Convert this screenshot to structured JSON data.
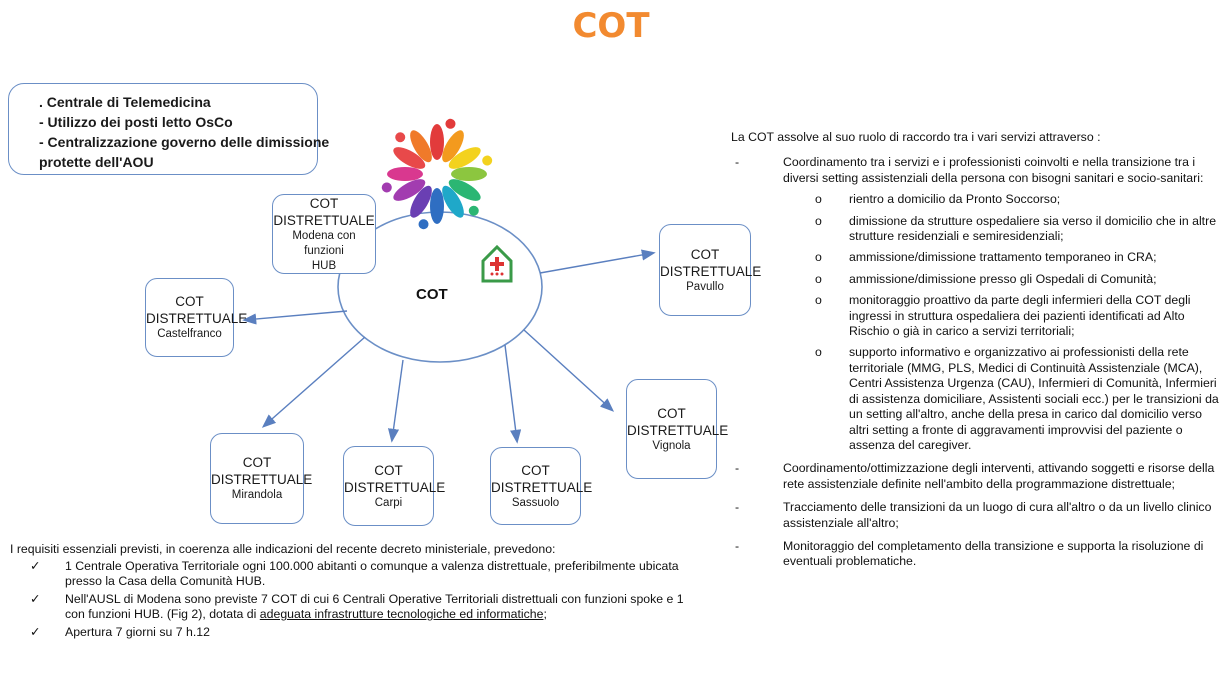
{
  "title": "COT",
  "top_box": {
    "lines": [
      ". Centrale di Telemedicina",
      "- Utilizzo dei posti letto OsCo",
      "- Centralizzazione governo delle dimissione",
      "protette dell'AOU"
    ]
  },
  "center_label": "COT",
  "nodes": [
    {
      "id": "modena",
      "line1": "COT",
      "line2": "DISTRETTUALE",
      "line3": "Modena con funzioni",
      "line4": "HUB"
    },
    {
      "id": "castelfranco",
      "line1": "COT",
      "line2": "DISTRETTUALE",
      "line3": "Castelfranco"
    },
    {
      "id": "pavullo",
      "line1": "COT",
      "line2": "DISTRETTUALE",
      "line3": "Pavullo"
    },
    {
      "id": "vignola",
      "line1": "COT",
      "line2": "DISTRETTUALE",
      "line3": "Vignola"
    },
    {
      "id": "mirandola",
      "line1": "COT",
      "line2": "DISTRETTUALE",
      "line3": "Mirandola"
    },
    {
      "id": "carpi",
      "line1": "COT",
      "line2": "DISTRETTUALE",
      "line3": "Carpi"
    },
    {
      "id": "sassuolo",
      "line1": "COT",
      "line2": "DISTRETTUALE",
      "line3": "Sassuolo"
    }
  ],
  "requirements": {
    "intro": "I requisiti essenziali previsti, in coerenza alle indicazioni del recente decreto ministeriale, prevedono:",
    "check_symbol": "✓",
    "items": [
      {
        "text": "1 Centrale Operativa Territoriale ogni 100.000 abitanti o comunque a valenza distrettuale, preferibilmente ubicata presso la Casa della Comunità HUB.",
        "underlined": ""
      },
      {
        "text": "Nell'AUSL di Modena sono previste 7 COT di cui 6 Centrali Operative Territoriali distrettuali con funzioni spoke e 1 con funzioni HUB. (Fig 2), dotata di ",
        "underlined": "adeguata infrastrutture tecnologiche ed informatiche",
        "after": ";"
      },
      {
        "text": "Apertura 7 giorni su 7 h.12",
        "underlined": ""
      }
    ]
  },
  "right_text": {
    "intro": "La COT assolve al suo ruolo di raccordo tra i vari servizi attraverso :",
    "dash_symbol": "-",
    "bullet_symbol": "o",
    "first_item": "Coordinamento tra i servizi e i professionisti coinvolti e nella transizione tra i diversi setting assistenziali della persona con bisogni sanitari e socio-sanitari:",
    "sub_items": [
      "rientro a domicilio da Pronto Soccorso;",
      "dimissione da strutture ospedaliere sia verso il domicilio che in altre strutture residenziali e semiresidenziali;",
      "ammissione/dimissione trattamento temporaneo in CRA;",
      "ammissione/dimissione presso gli Ospedali di Comunità;",
      "monitoraggio proattivo da parte degli infermieri della COT degli ingressi in struttura ospedaliera dei pazienti identificati ad Alto Rischio o già in carico a servizi territoriali;",
      "supporto informativo e organizzativo ai professionisti della rete territoriale (MMG, PLS, Medici di Continuità Assistenziale (MCA), Centri Assistenza Urgenza (CAU), Infermieri di Comunità, Infermieri di assistenza domiciliare, Assistenti sociali ecc.) per le transizioni da un setting all'altro, anche della presa in carico dal domicilio verso altri setting a fronte di aggravamenti improvvisi del paziente o assenza del caregiver."
    ],
    "other_items": [
      "Coordinamento/ottimizzazione degli interventi, attivando soggetti e risorse della rete assistenziale definite nell'ambito della programmazione distrettuale;",
      "Tracciamento delle transizioni da un luogo di cura all'altro o da un livello clinico assistenziale all'altro;",
      "Monitoraggio del completamento della transizione e supporta la risoluzione di eventuali problematiche."
    ]
  },
  "colors": {
    "title": "#f28a30",
    "box_border": "#6b8fc6",
    "arrow": "#5a7fbf",
    "logo_green": "#3a9a48",
    "logo_red": "#d33"
  }
}
